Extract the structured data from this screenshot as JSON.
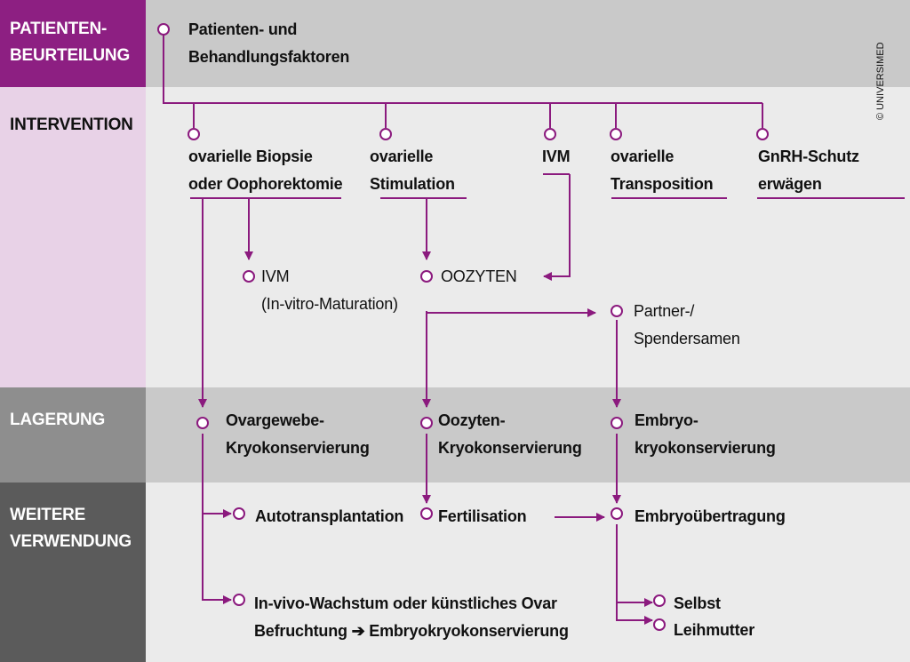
{
  "rows": {
    "patient": {
      "label_line1": "PATIENTEN-",
      "label_line2": "BEURTEILUNG"
    },
    "intervention": {
      "label": "INTERVENTION"
    },
    "storage": {
      "label": "LAGERUNG"
    },
    "usage": {
      "label_line1": "WEITERE",
      "label_line2": "VERWENDUNG"
    }
  },
  "nodes": {
    "factors": {
      "line1": "Patienten- und",
      "line2": "Behandlungsfaktoren"
    },
    "biopsy": {
      "line1": "ovarielle Biopsie",
      "line2": "oder Oophorektomie"
    },
    "stimulation": {
      "line1": "ovarielle",
      "line2": "Stimulation"
    },
    "ivm_top": {
      "line1": "IVM"
    },
    "transposition": {
      "line1": "ovarielle",
      "line2": "Transposition"
    },
    "gnrh": {
      "line1": "GnRH-Schutz",
      "line2": "erwägen"
    },
    "ivm_mid": {
      "line1": "IVM",
      "line2": "(In-vitro-Maturation)"
    },
    "oocytes": {
      "line1": "OOZYTEN"
    },
    "partner": {
      "line1": "Partner-/",
      "line2": "Spendersamen"
    },
    "tissue_cryo": {
      "line1": "Ovargewebe-",
      "line2": "Kryokonservierung"
    },
    "oocyte_cryo": {
      "line1": "Oozyten-",
      "line2": "Kryokonservierung"
    },
    "embryo_cryo": {
      "line1": "Embryo-",
      "line2": "kryokonservierung"
    },
    "autotransplant": {
      "line1": "Autotransplantation"
    },
    "fertilisation": {
      "line1": "Fertilisation"
    },
    "embryo_transfer": {
      "line1": "Embryoübertragung"
    },
    "in_vivo": {
      "line1": "In-vivo-Wachstum oder künstliches Ovar",
      "line2": "Befruchtung ➔ Embryokryokonservierung"
    },
    "self": {
      "line1": "Selbst"
    },
    "surrogate": {
      "line1": "Leihmutter"
    }
  },
  "copyright": "© UNIVERSIMED",
  "colors": {
    "accent": "#8b1a7e",
    "patient_label_bg": "#8d1f82",
    "intervention_label_bg": "#e8d2e7",
    "storage_label_bg": "#8e8e8e",
    "usage_label_bg": "#5b5b5b",
    "patient_band": "#c9c9c9",
    "intervention_band": "#ebebeb",
    "storage_band": "#c9c9c9",
    "usage_band": "#ebebeb"
  }
}
